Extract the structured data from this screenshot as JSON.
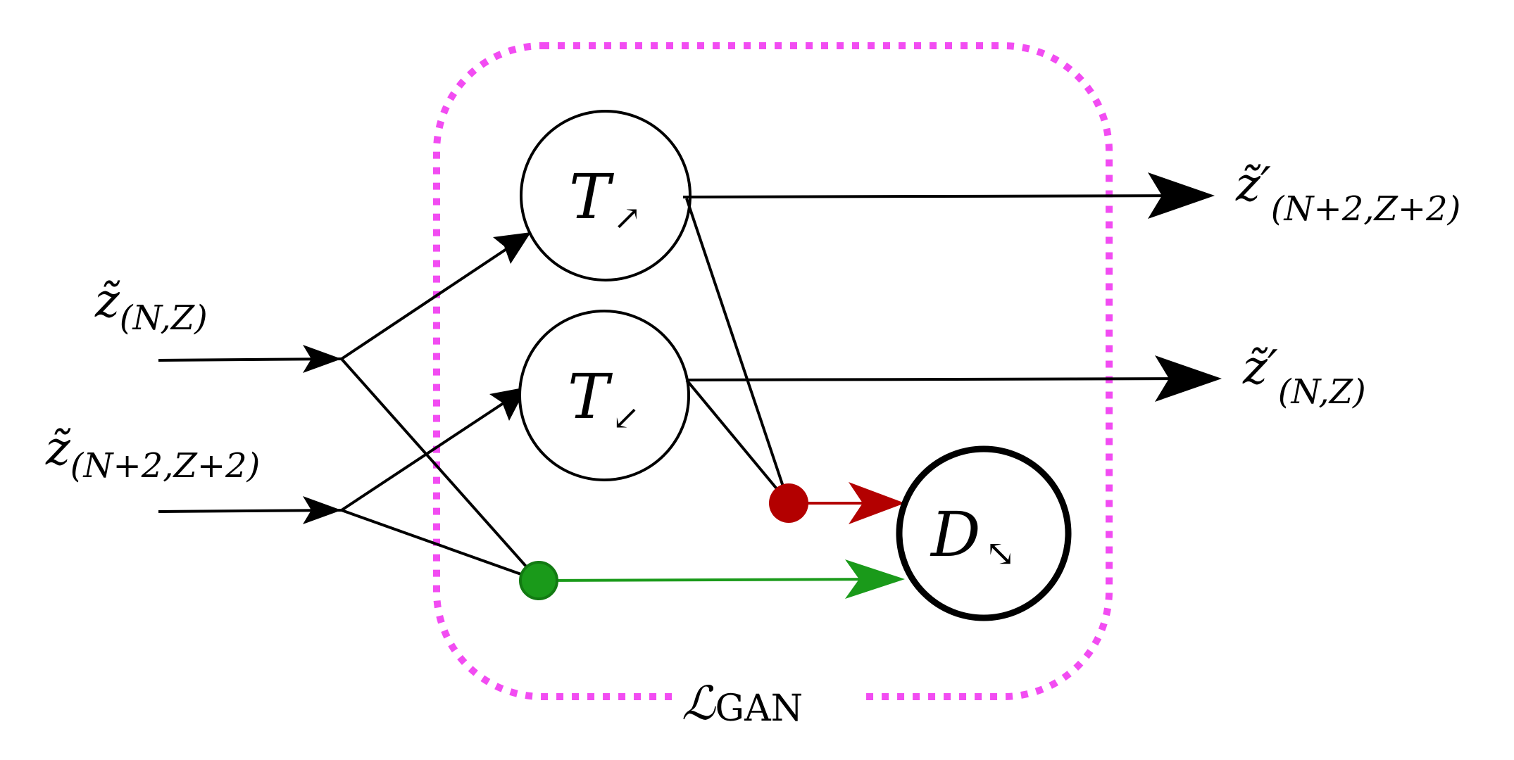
{
  "colors": {
    "line": "#000000",
    "fake_path": "#b30000",
    "real_path": "#1a9a1a",
    "gan_box": "#f24cf2",
    "background": "#ffffff"
  },
  "inputs": {
    "z_nz": {
      "base": "z̃",
      "sub": "(N,Z)"
    },
    "z_n2z2": {
      "base": "z̃",
      "sub": "(N+2,Z+2)"
    }
  },
  "outputs": {
    "z_prime_n2z2": {
      "base": "z̃′",
      "sub": "(N+2,Z+2)"
    },
    "z_prime_nz": {
      "base": "z̃′",
      "sub": "(N,Z)"
    }
  },
  "nodes": {
    "t_up": {
      "symbol": "T",
      "arrow": "↗"
    },
    "t_down": {
      "symbol": "T",
      "arrow": "↙"
    },
    "discriminator": {
      "symbol": "D",
      "arrow": "⤡"
    }
  },
  "loss_box": {
    "script": "ℒ",
    "sub": "GAN"
  }
}
